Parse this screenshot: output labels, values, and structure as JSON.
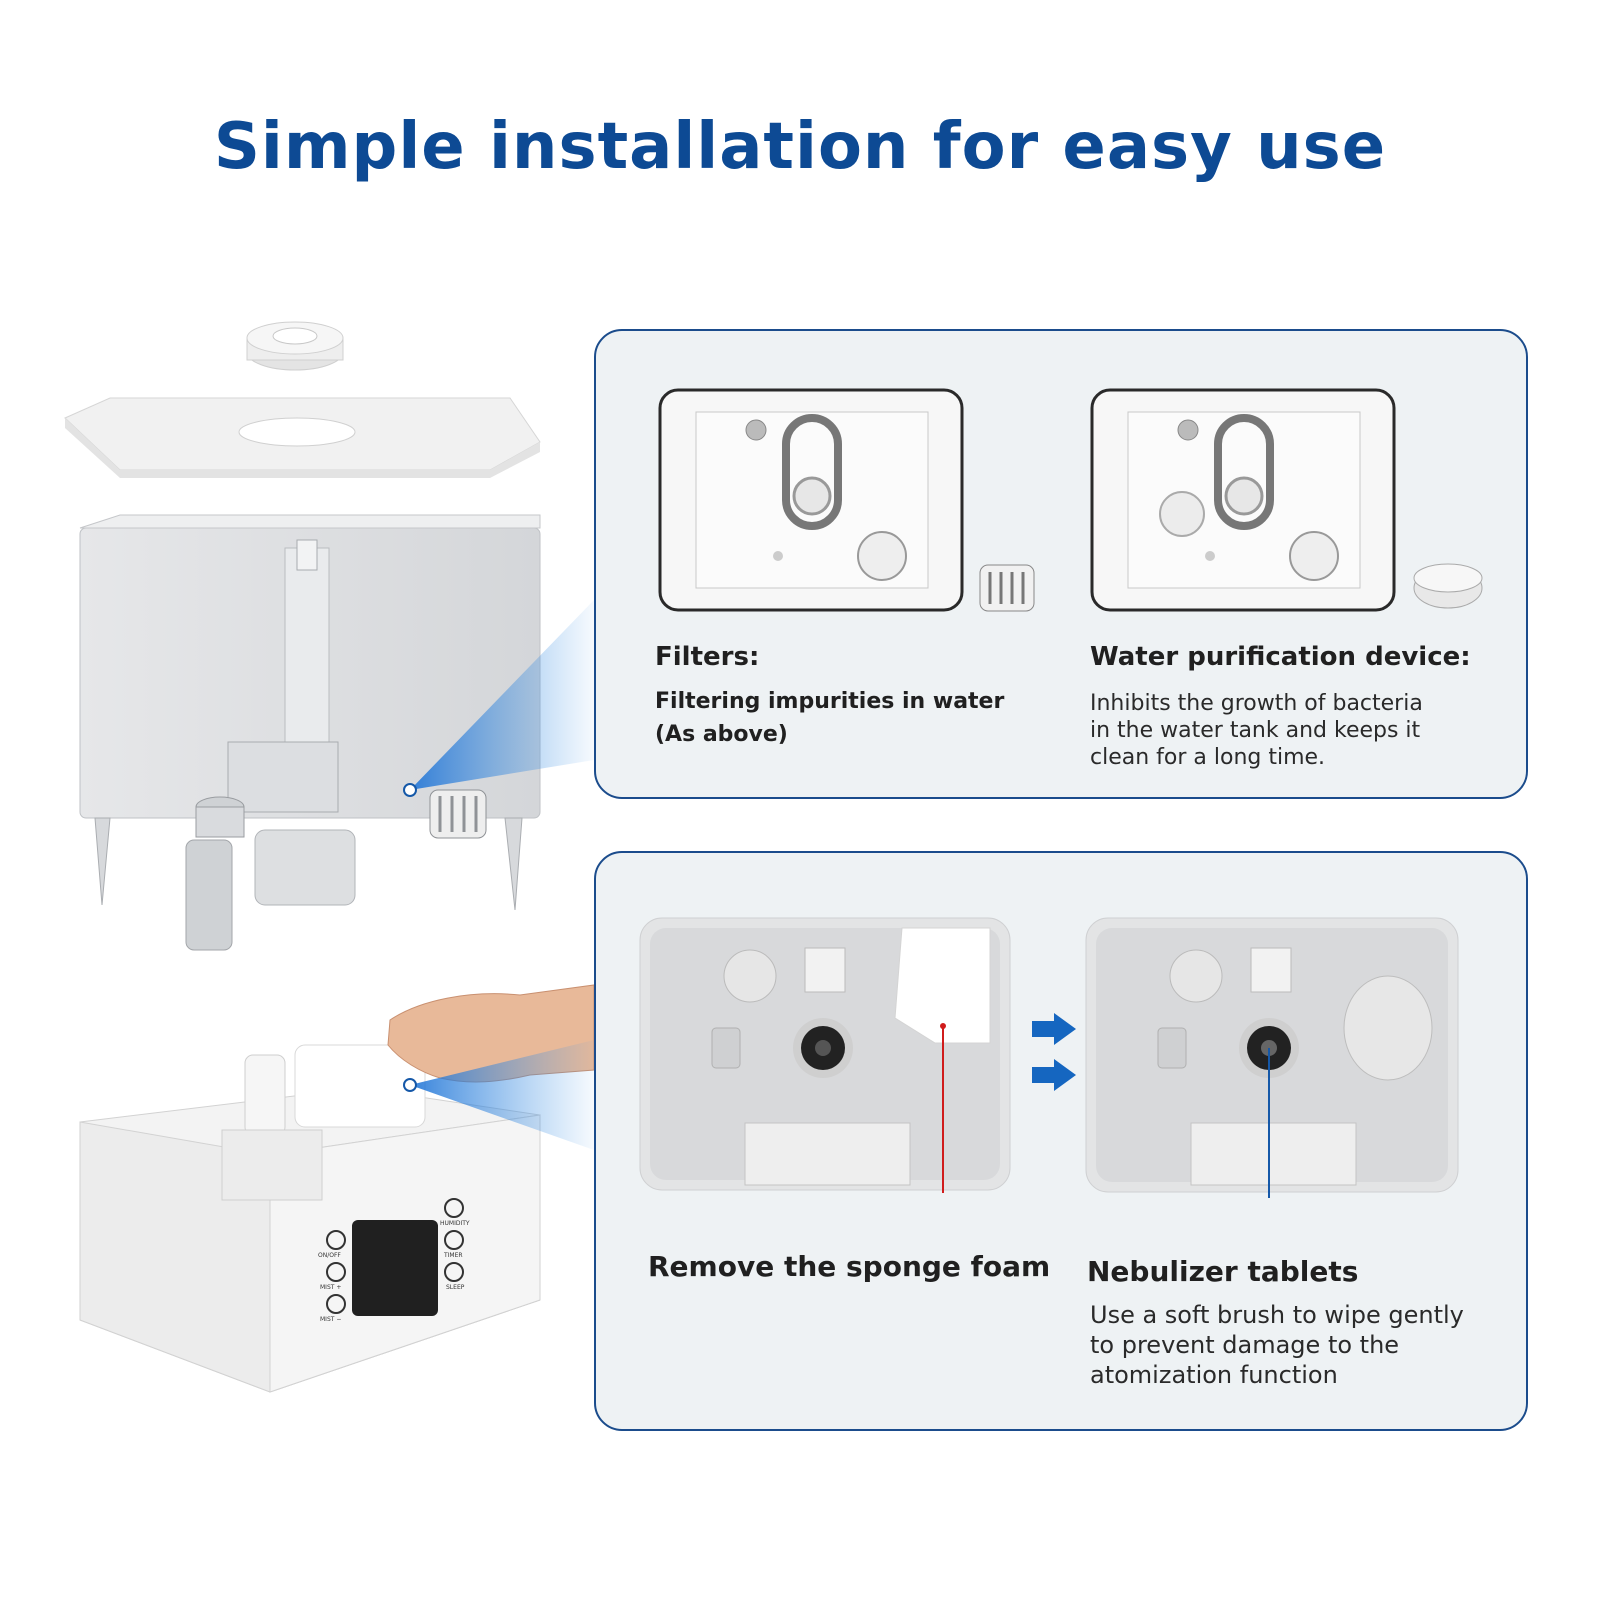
{
  "title": "Simple installation for easy use",
  "colors": {
    "title": "#0d4a94",
    "panel_border": "#1b4c8c",
    "panel_bg": "#eef2f4",
    "arrow": "#1566c0",
    "callout_red": "#d01c1c",
    "callout_blue": "#1558a8"
  },
  "top_panel": {
    "filters": {
      "heading": "Filters:",
      "line1": "Filtering impurities in water",
      "line2": "(As above)"
    },
    "purification": {
      "heading": "Water purification device:",
      "line1": "Inhibits the growth of bacteria",
      "line2": "in the water tank and  keeps it",
      "line3": "clean for a long time."
    }
  },
  "bottom_panel": {
    "sponge": {
      "heading": "Remove the sponge foam"
    },
    "nebulizer": {
      "heading": "Nebulizer tablets",
      "line1": "Use a soft brush to wipe gently",
      "line2": "to prevent damage to the",
      "line3": "atomization function"
    }
  },
  "control_panel": {
    "on_off": "ON/OFF",
    "mist_plus": "MIST +",
    "mist_minus": "MIST −",
    "humidity": "HUMIDITY",
    "timer": "TIMER",
    "sleep": "SLEEP"
  }
}
